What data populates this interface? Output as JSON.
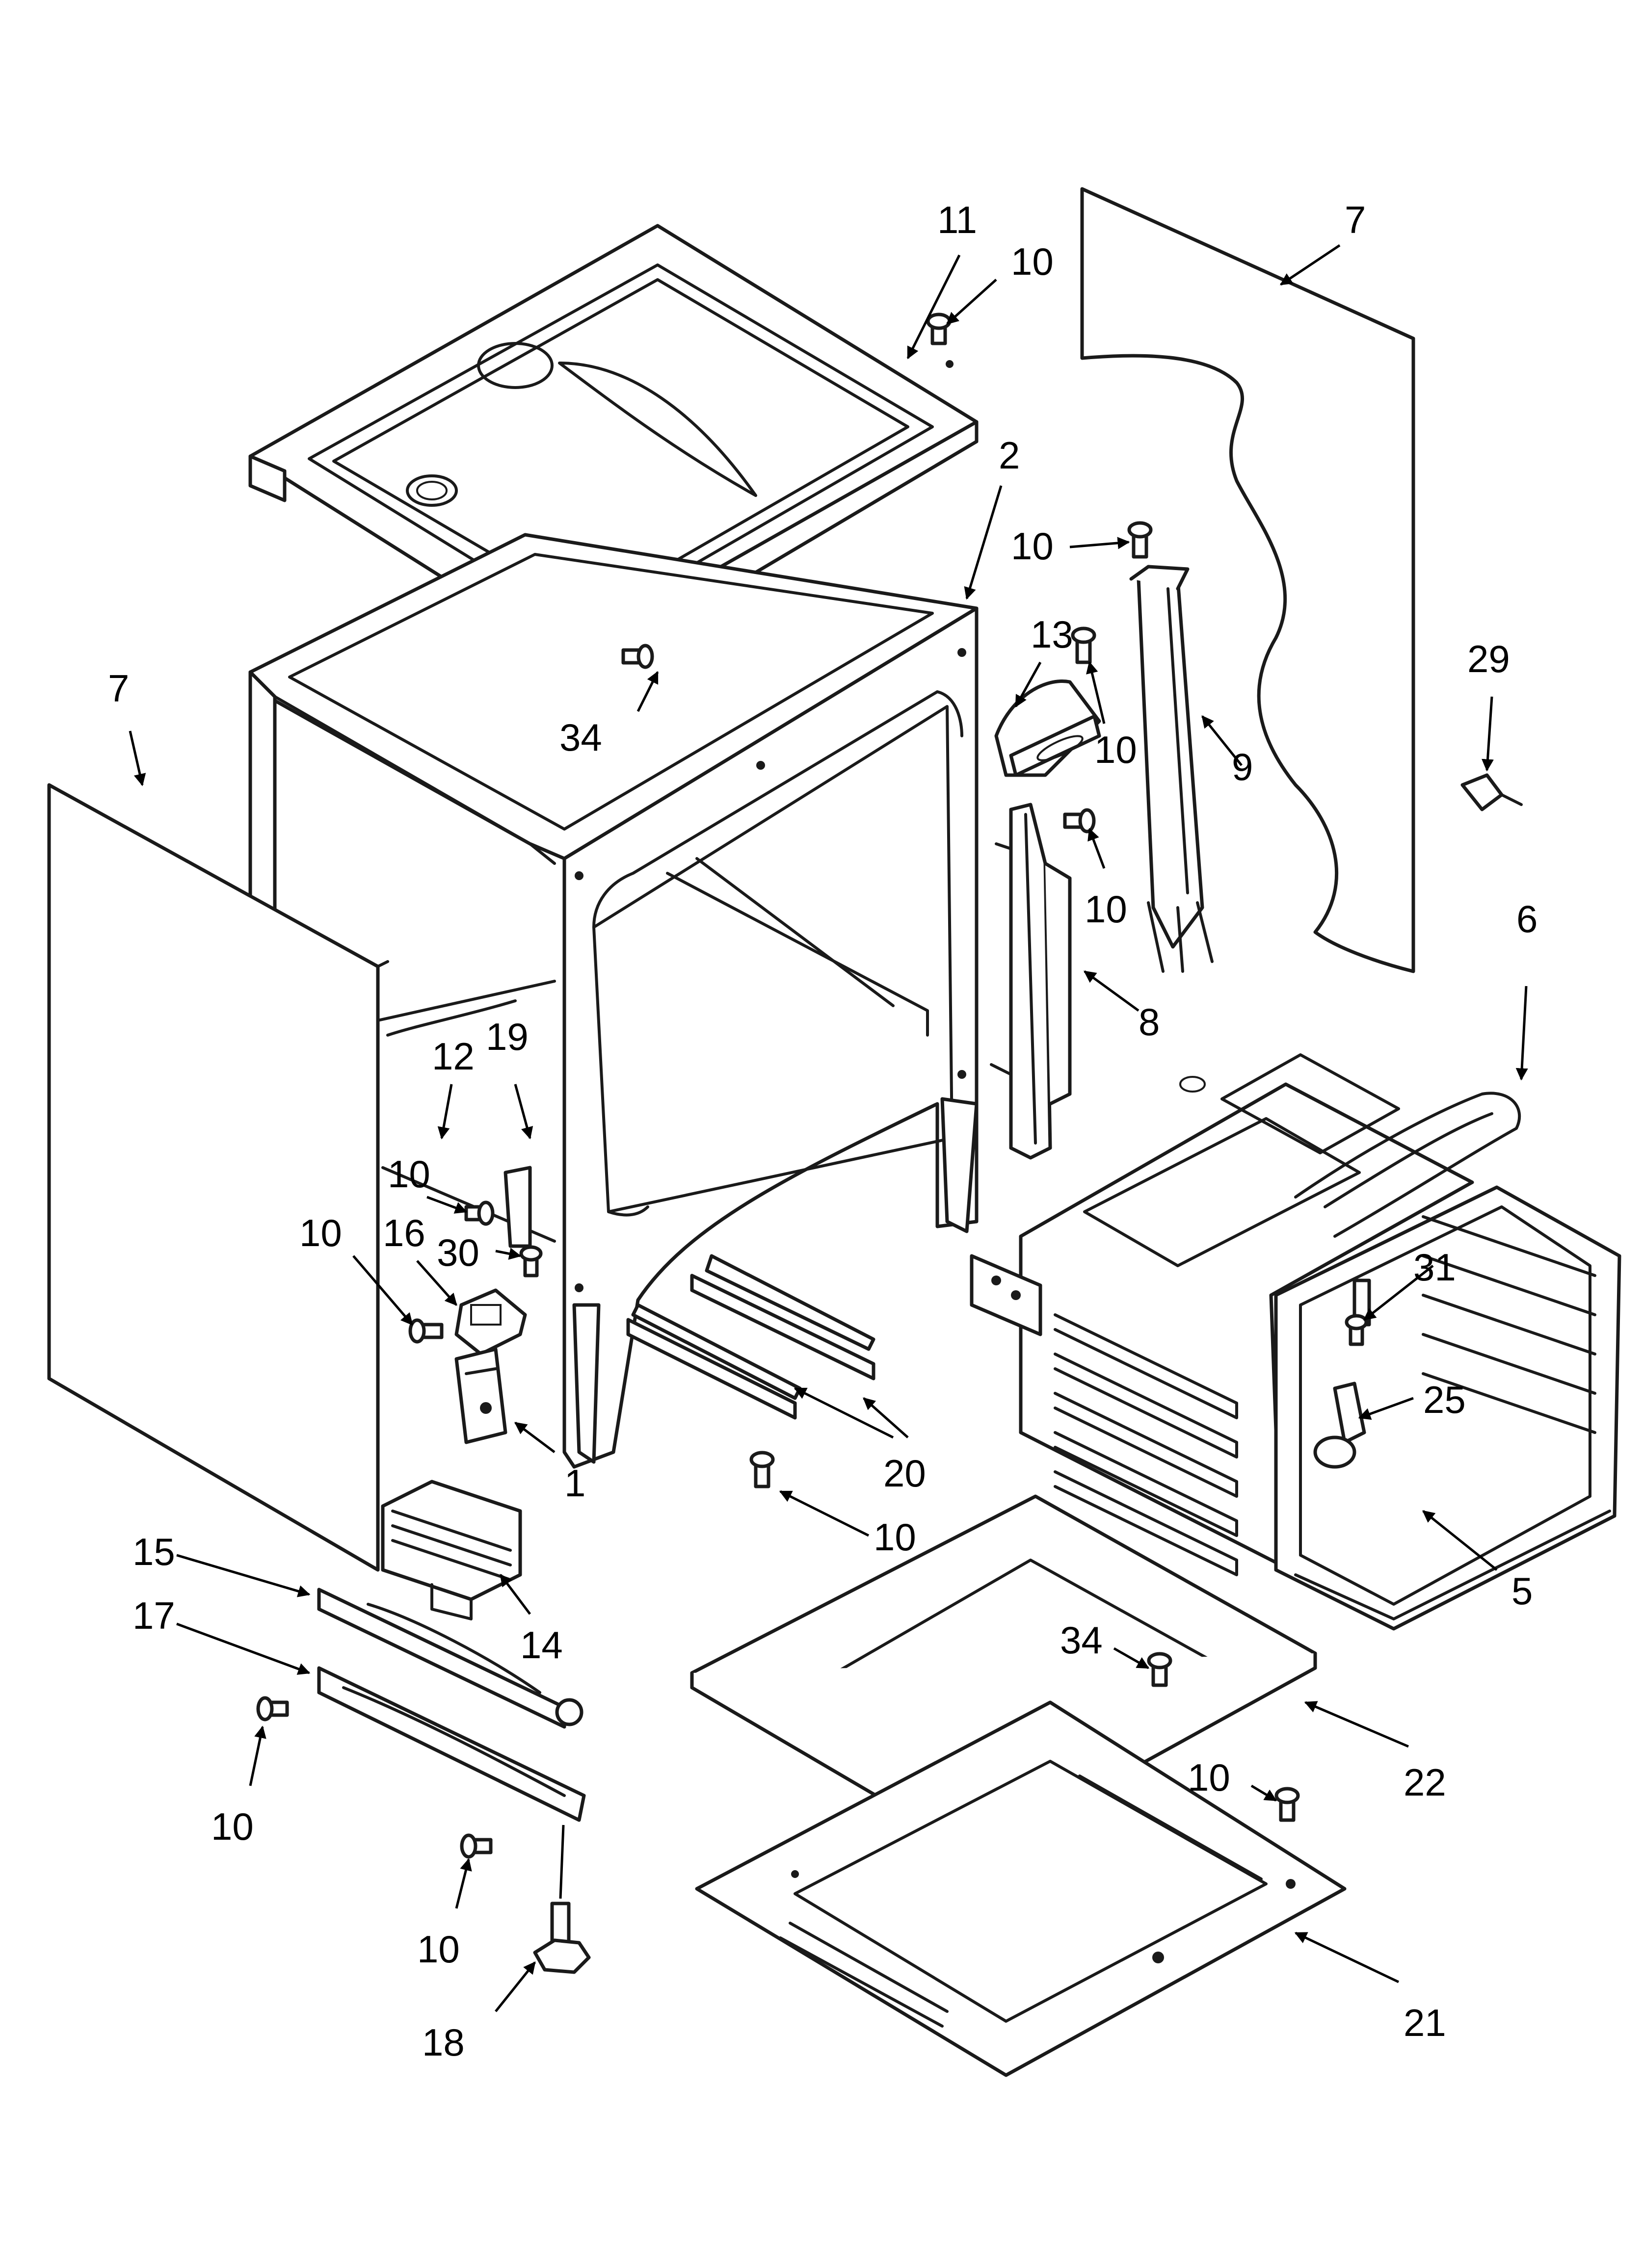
{
  "callouts": {
    "c1": "1",
    "c2": "2",
    "c5": "5",
    "c6": "6",
    "c7_left": "7",
    "c7_right": "7",
    "c8": "8",
    "c9": "9",
    "c10_top": "10",
    "c10_strap": "10",
    "c10_bracket": "10",
    "c10_rail": "10",
    "c10_left_upper": "10",
    "c10_left_mid": "10",
    "c10_center": "10",
    "c10_lower_a": "10",
    "c10_lower_b": "10",
    "c10_base": "10",
    "c11": "11",
    "c12": "12",
    "c13": "13",
    "c14": "14",
    "c15": "15",
    "c16": "16",
    "c17": "17",
    "c18": "18",
    "c19": "19",
    "c20": "20",
    "c21": "21",
    "c22": "22",
    "c25": "25",
    "c29": "29",
    "c30": "30",
    "c31": "31",
    "c34_top": "34",
    "c34_base": "34"
  }
}
